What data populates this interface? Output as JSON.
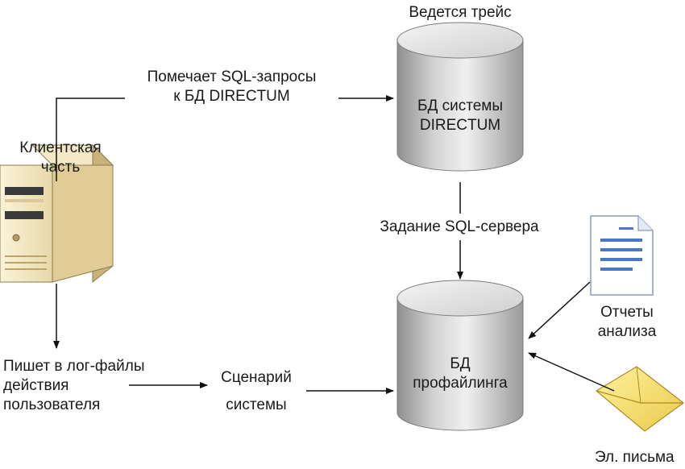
{
  "nodes": {
    "client": {
      "line1": "Клиентская",
      "line2": "часть"
    },
    "db_directum": {
      "caption": "Ведется трейс",
      "line1": "БД системы",
      "line2": "DIRECTUM"
    },
    "db_profiling": {
      "line1": "БД",
      "line2": "профайлинга"
    },
    "reports": {
      "line1": "Отчеты",
      "line2": "анализа"
    },
    "letters": {
      "label": "Эл. письма"
    },
    "scenario": {
      "line1": "Сценарий",
      "line2": "системы"
    }
  },
  "edges": {
    "marks_sql": {
      "line1": "Помечает SQL-запросы",
      "line2": "к БД DIRECTUM"
    },
    "sql_job": {
      "label": "Задание SQL-сервера"
    },
    "write_logs": {
      "line1": "Пишет в лог-файлы",
      "line2": "действия",
      "line3": "пользователя"
    }
  },
  "icons": [
    "server-icon",
    "database-icon",
    "document-icon",
    "envelope-icon"
  ]
}
